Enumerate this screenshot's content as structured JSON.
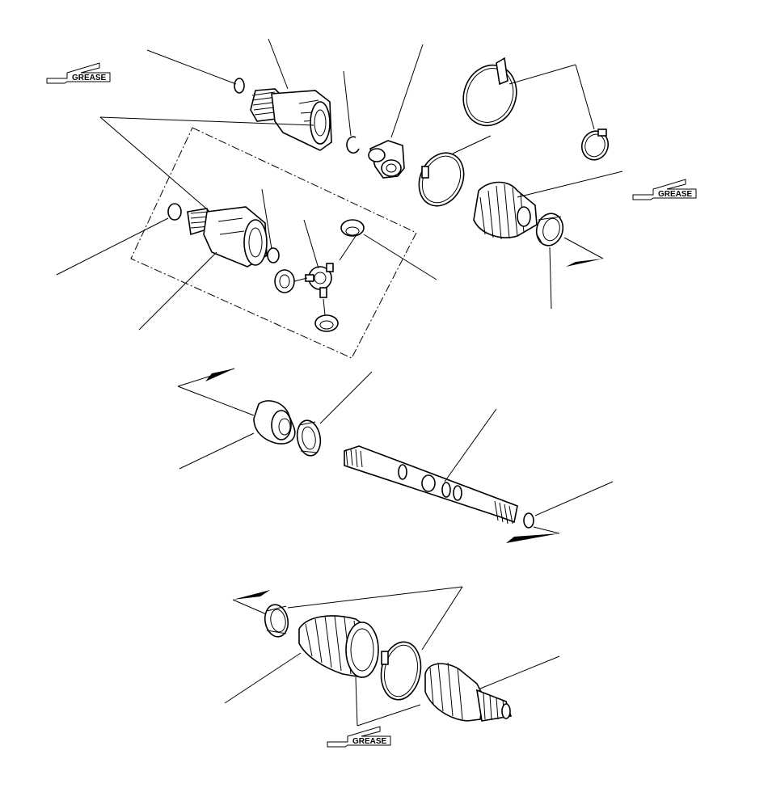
{
  "grease_labels": [
    "GREASE",
    "GREASE",
    "GREASE"
  ],
  "colors": {
    "line": "#000000",
    "background": "#ffffff"
  }
}
